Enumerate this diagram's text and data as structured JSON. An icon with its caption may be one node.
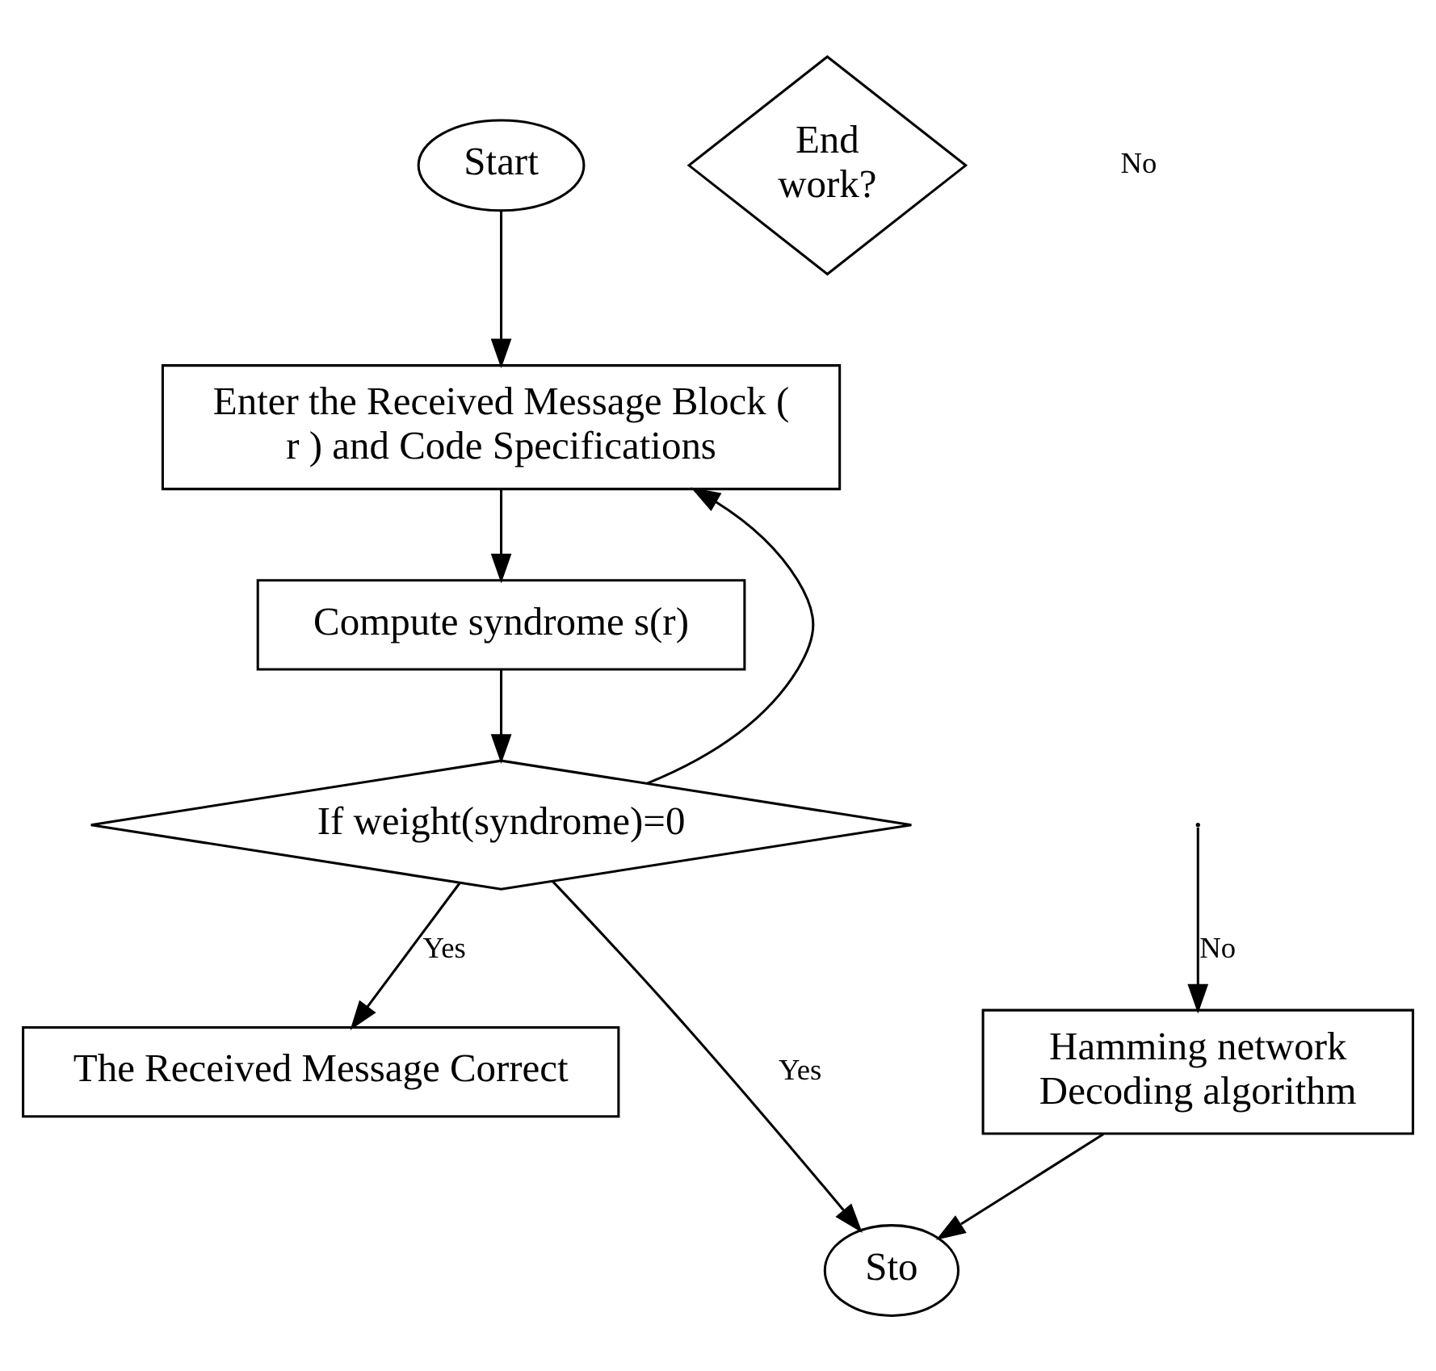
{
  "diagram": {
    "nodes": [
      {
        "text": [
          "Start"
        ]
      },
      {
        "text": [
          "Enter the Received Message Block ( r ) and Code Specifications"
        ]
      },
      {
        "text": [
          "Compute syndrome s(r)"
        ]
      },
      {
        "text": [
          "If weight(syndrome)=0"
        ]
      },
      {
        "text": [
          "Hamming network Decoding algorithm"
        ]
      },
      {
        "text": [
          "The Received Message Correct"
        ]
      },
      {
        "text": [
          "End work?"
        ]
      },
      {
        "text": [
          "Sto"
        ]
      }
    ],
    "edges": [
      {
        "from": 0,
        "to": 1,
        "arrow": "to"
      },
      {
        "from": 1,
        "to": 2,
        "arrow": "to"
      },
      {
        "from": 2,
        "to": 3,
        "arrow": "to"
      },
      {
        "from": 3,
        "to": 5,
        "arrow": "to",
        "label": "Yes"
      },
      {
        "from": null,
        "to": 4,
        "arrow": "to",
        "label": "No"
      },
      {
        "from": 4,
        "to": 7,
        "arrow": "to"
      },
      {
        "from": 3,
        "to": 1,
        "arrow": "to"
      },
      {
        "from": 3,
        "to": 7,
        "arrow": "to",
        "label": "Yes"
      }
    ],
    "labels": [
      "No"
    ]
  }
}
